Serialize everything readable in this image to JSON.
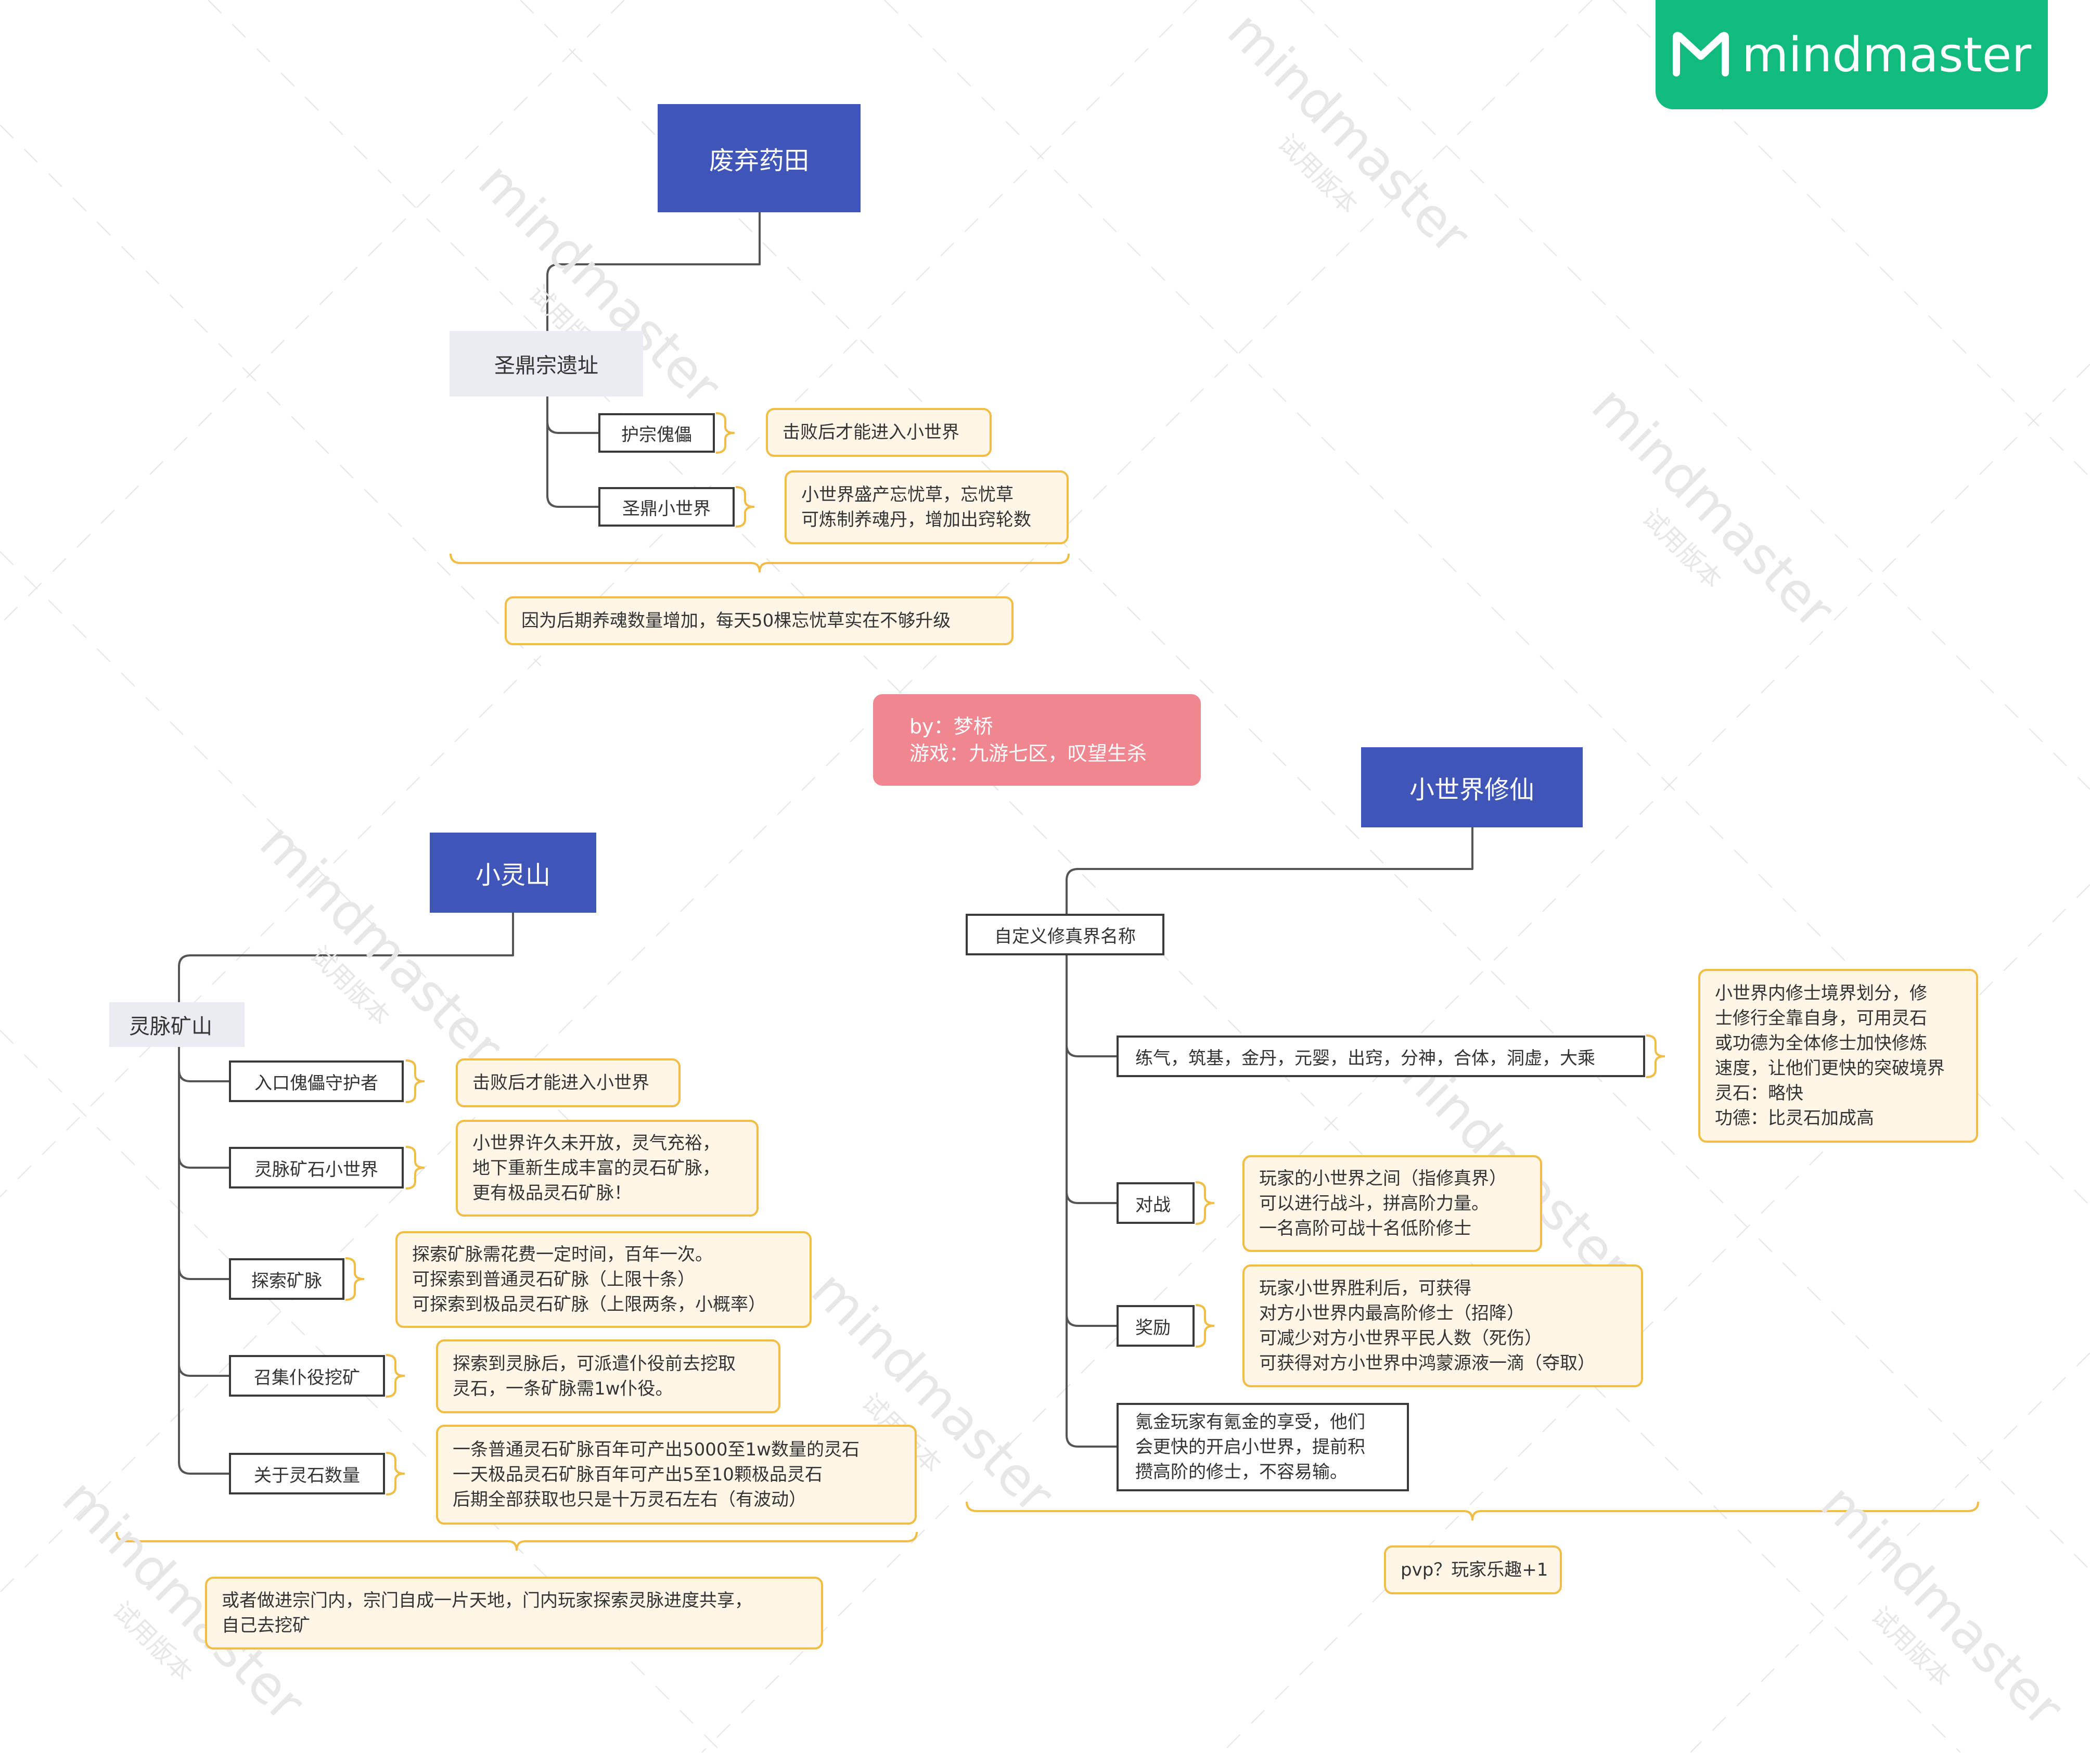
{
  "brand": {
    "logo": "mindmaster-logo-icon",
    "name": "mindmaster"
  },
  "watermark": {
    "text": "mindmaster",
    "sub": "试用版本"
  },
  "center_note": {
    "line1": "by：梦桥",
    "line2": "游戏：九游七区，叹望生杀"
  },
  "top": {
    "root": "废弃药田",
    "branch": "圣鼎宗遗址",
    "items": [
      {
        "label": "护宗傀儡",
        "notes": [
          "击败后才能进入小世界"
        ]
      },
      {
        "label": "圣鼎小世界",
        "notes": [
          "小世界盛产忘忧草，忘忧草",
          "可炼制养魂丹，增加出窍轮数"
        ]
      }
    ],
    "summary": "因为后期养魂数量增加，每天50棵忘忧草实在不够升级"
  },
  "left": {
    "root": "小灵山",
    "branch": "灵脉矿山",
    "items": [
      {
        "label": "入口傀儡守护者",
        "notes": [
          "击败后才能进入小世界"
        ]
      },
      {
        "label": "灵脉矿石小世界",
        "notes": [
          "小世界许久未开放，灵气充裕，",
          "地下重新生成丰富的灵石矿脉，",
          "更有极品灵石矿脉！"
        ]
      },
      {
        "label": "探索矿脉",
        "notes": [
          "探索矿脉需花费一定时间，百年一次。",
          "可探索到普通灵石矿脉（上限十条）",
          "可探索到极品灵石矿脉（上限两条，小概率）"
        ]
      },
      {
        "label": "召集仆役挖矿",
        "notes": [
          "探索到灵脉后，可派遣仆役前去挖取",
          "灵石，一条矿脉需1w仆役。"
        ]
      },
      {
        "label": "关于灵石数量",
        "notes": [
          "一条普通灵石矿脉百年可产出5000至1w数量的灵石",
          "一天极品灵石矿脉百年可产出5至10颗极品灵石",
          "后期全部获取也只是十万灵石左右（有波动）"
        ]
      }
    ],
    "summary": [
      "或者做进宗门内，宗门自成一片天地，门内玩家探索灵脉进度共享，",
      "自己去挖矿"
    ]
  },
  "right": {
    "root": "小世界修仙",
    "branch": "自定义修真界名称",
    "items": [
      {
        "label": "练气，筑基，金丹，元婴，出窍，分神，合体，洞虚，大乘",
        "notes": [
          "小世界内修士境界划分，修",
          "士修行全靠自身，可用灵石",
          "或功德为全体修士加快修炼",
          "速度，让他们更快的突破境界",
          "灵石：略快",
          "功德：比灵石加成高"
        ]
      },
      {
        "label": "对战",
        "notes": [
          "玩家的小世界之间（指修真界）",
          "可以进行战斗，拼高阶力量。",
          "一名高阶可战十名低阶修士"
        ]
      },
      {
        "label": "奖励",
        "notes": [
          "玩家小世界胜利后，可获得",
          "对方小世界内最高阶修士（招降）",
          "可减少对方小世界平民人数（死伤）",
          "可获得对方小世界中鸿蒙源液一滴（夺取）"
        ]
      },
      {
        "label_lines": [
          "氪金玩家有氪金的享受，他们",
          "会更快的开启小世界，提前积",
          "攒高阶的修士，不容易输。"
        ]
      }
    ],
    "summary": "pvp？玩家乐趣+1"
  }
}
